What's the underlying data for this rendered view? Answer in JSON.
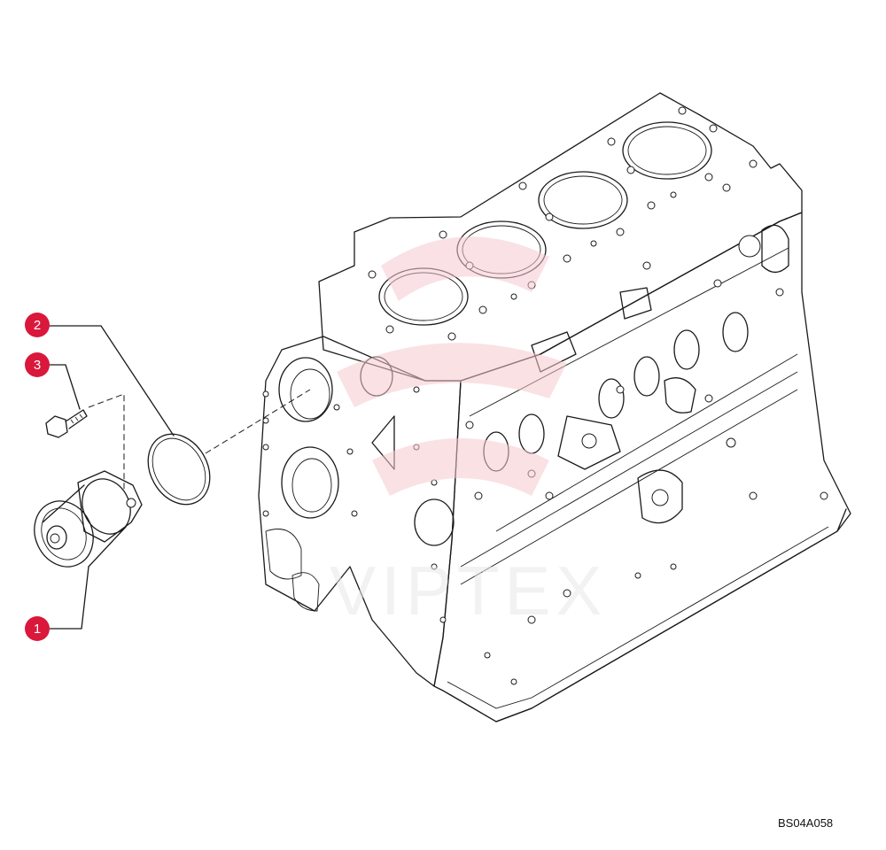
{
  "diagram": {
    "reference_code": "BS04A058",
    "watermark_text": "VIPTEX",
    "callouts": [
      {
        "id": "1",
        "label": "1"
      },
      {
        "id": "2",
        "label": "2"
      },
      {
        "id": "3",
        "label": "3"
      }
    ],
    "colors": {
      "callout_fill": "#d9183b",
      "line": "#1a1a1a",
      "watermark": "#f6c9cf"
    }
  }
}
